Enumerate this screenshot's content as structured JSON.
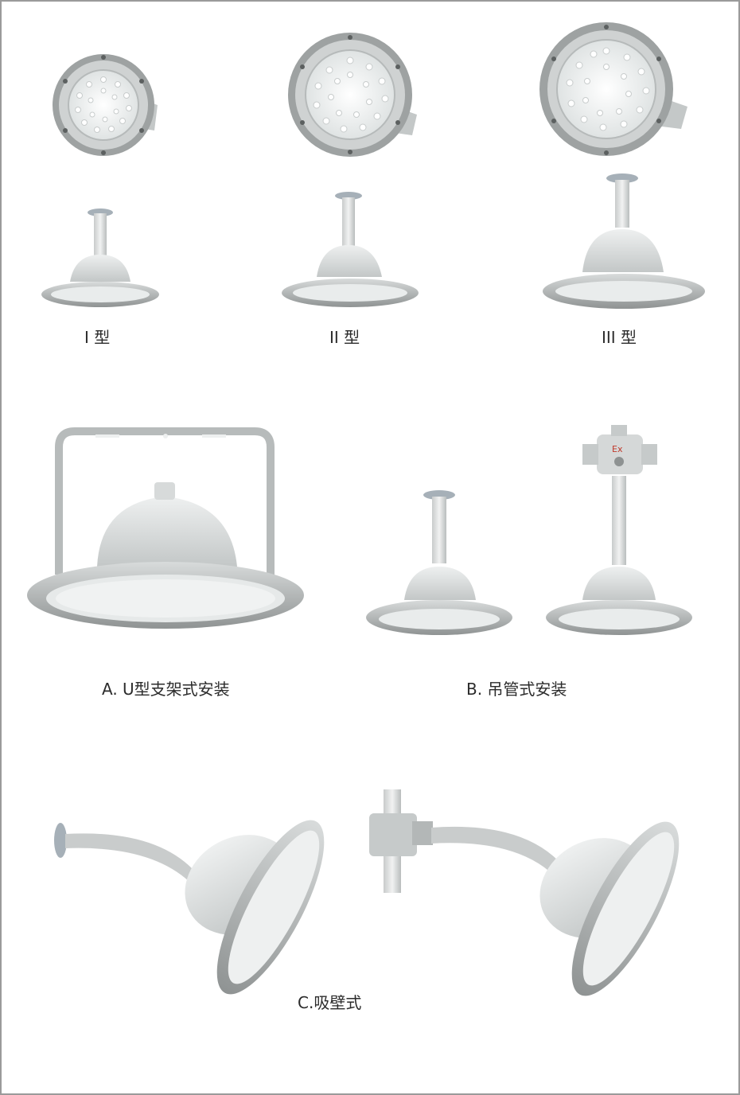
{
  "types": [
    {
      "id": "type-1",
      "label": "I 型"
    },
    {
      "id": "type-2",
      "label": "II 型"
    },
    {
      "id": "type-3",
      "label": "III 型"
    }
  ],
  "installations": {
    "u_bracket": "A.  U型支架式安装",
    "pendant_pipe": "B. 吊管式安装",
    "wall_mount": "C.吸壁式"
  },
  "junction_box_mark": "Ex",
  "colors": {
    "border": "#9a9a9a",
    "body_light": "#e4e6e6",
    "body_mid": "#c9cccc",
    "body_dark": "#8e9292",
    "led_face": "#f2f4f4",
    "led_dot": "#ffffff",
    "text": "#2b2b2b",
    "mark": "#c0392b"
  }
}
